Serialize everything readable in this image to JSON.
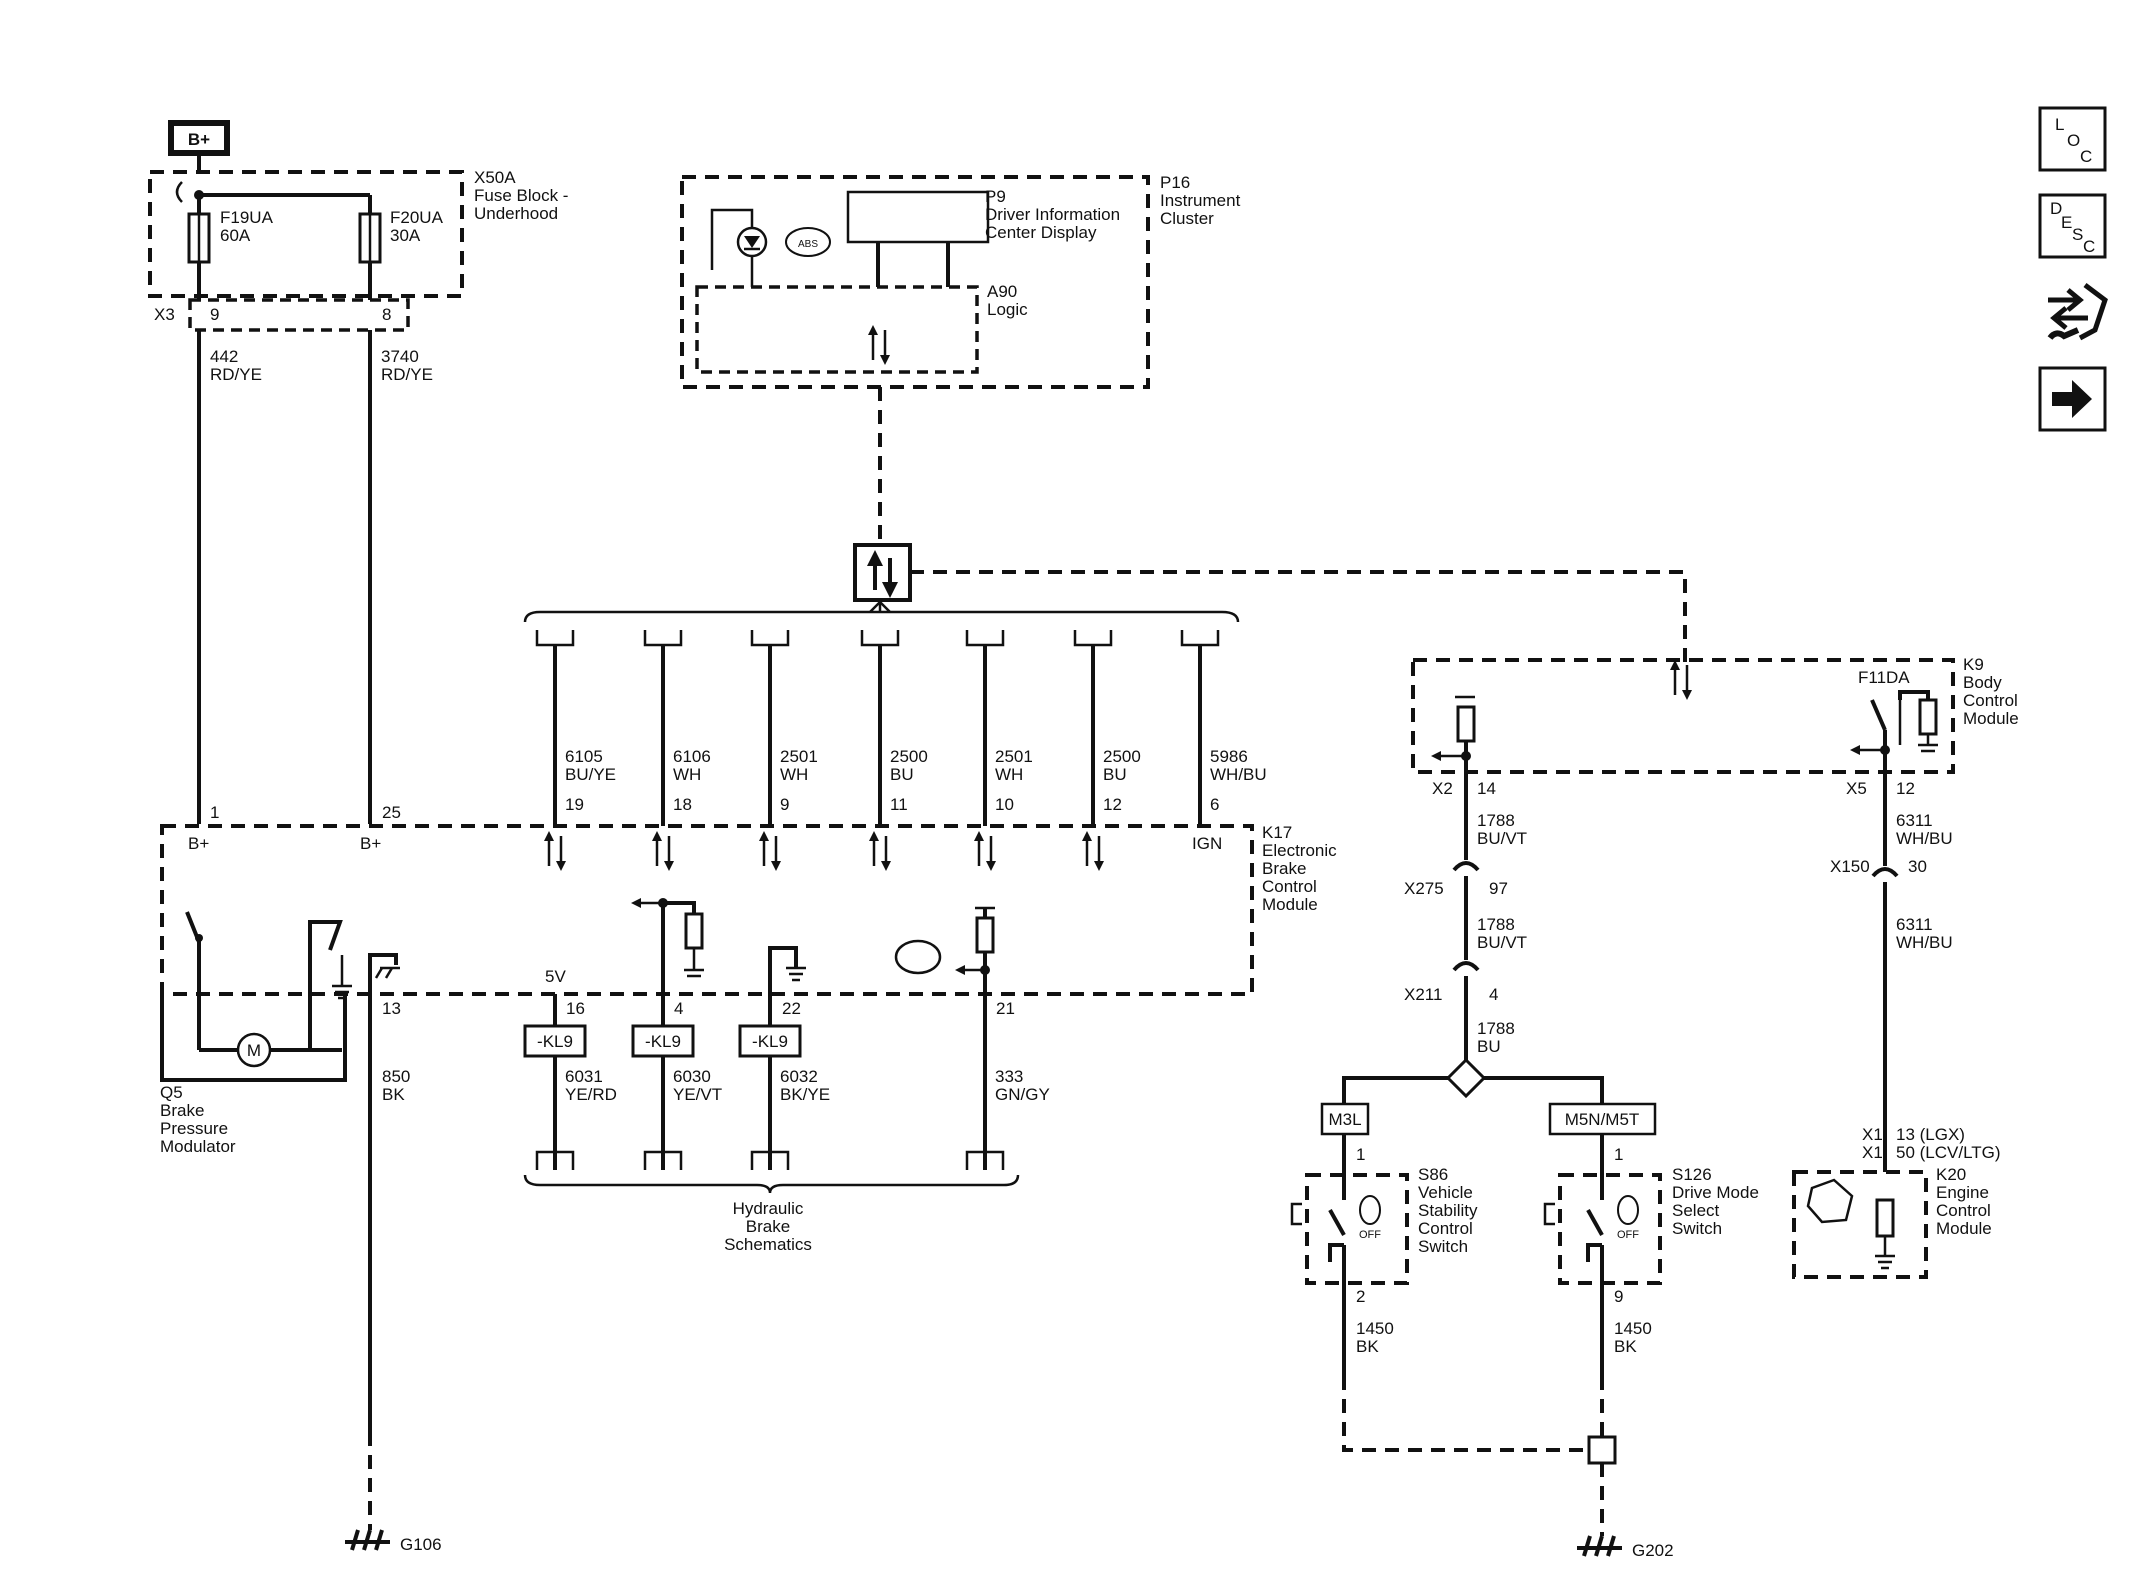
{
  "power": {
    "batt": "B+"
  },
  "fuse_block": {
    "name": "X50A",
    "desc1": "Fuse Block -",
    "desc2": "Underhood",
    "fuse1": {
      "id": "F19UA",
      "rating": "60A"
    },
    "fuse2": {
      "id": "F20UA",
      "rating": "30A"
    },
    "connector": "X3",
    "pin1": "9",
    "pin2": "8"
  },
  "circuits_left": {
    "c1": {
      "num": "442",
      "color": "RD/YE"
    },
    "c2": {
      "num": "3740",
      "color": "RD/YE"
    }
  },
  "cluster": {
    "name": "P16",
    "desc1": "Instrument",
    "desc2": "Cluster",
    "display": {
      "name": "P9",
      "desc1": "Driver Information",
      "desc2": "Center Display"
    },
    "logic": {
      "name": "A90",
      "desc": "Logic"
    },
    "abs_label": "ABS"
  },
  "bus_circuits": [
    {
      "num": "6105",
      "color": "BU/YE",
      "pin": "19"
    },
    {
      "num": "6106",
      "color": "WH",
      "pin": "18"
    },
    {
      "num": "2501",
      "color": "WH",
      "pin": "9"
    },
    {
      "num": "2500",
      "color": "BU",
      "pin": "11"
    },
    {
      "num": "2501",
      "color": "WH",
      "pin": "10"
    },
    {
      "num": "2500",
      "color": "BU",
      "pin": "12"
    },
    {
      "num": "5986",
      "color": "WH/BU",
      "pin": "6"
    }
  ],
  "ebcm": {
    "name": "K17",
    "desc1": "Electronic",
    "desc2": "Brake",
    "desc3": "Control",
    "desc4": "Module",
    "pin_b1": "1",
    "pin_b2": "25",
    "bplus": "B+",
    "ign": "IGN",
    "v5": "5V",
    "pin16": "16",
    "pin4": "4",
    "pin22": "22",
    "pin21": "21",
    "pin13": "13"
  },
  "modulator": {
    "name": "Q5",
    "desc1": "Brake",
    "desc2": "Pressure",
    "desc3": "Modulator",
    "motor": "M"
  },
  "kl9": "-KL9",
  "bottom_circuits": [
    {
      "num": "6031",
      "color": "YE/RD"
    },
    {
      "num": "6030",
      "color": "YE/VT"
    },
    {
      "num": "6032",
      "color": "BK/YE"
    },
    {
      "num": "333",
      "color": "GN/GY"
    }
  ],
  "ground_circuit": {
    "num": "850",
    "color": "BK",
    "ground": "G106"
  },
  "hydraulic": {
    "line1": "Hydraulic",
    "line2": "Brake",
    "line3": "Schematics"
  },
  "bcm": {
    "name": "K9",
    "desc1": "Body",
    "desc2": "Control",
    "desc3": "Module",
    "fuse": "F11DA",
    "x2": "X2",
    "pin14": "14",
    "x5": "X5",
    "pin12": "12"
  },
  "right_chain": {
    "c1788a": {
      "num": "1788",
      "color": "BU/VT"
    },
    "x275": "X275",
    "p97": "97",
    "c1788b": {
      "num": "1788",
      "color": "BU/VT"
    },
    "x211": "X211",
    "p4": "4",
    "c1788c": {
      "num": "1788",
      "color": "BU"
    },
    "m3l": "M3L",
    "m5n": "M5N/M5T"
  },
  "s86": {
    "name": "S86",
    "desc1": "Vehicle",
    "desc2": "Stability",
    "desc3": "Control",
    "desc4": "Switch",
    "pin1": "1",
    "pin2": "2",
    "off": "OFF"
  },
  "s126": {
    "name": "S126",
    "desc1": "Drive Mode",
    "desc2": "Select",
    "desc3": "Switch",
    "pin1": "1",
    "pin2": "9",
    "off": "OFF"
  },
  "s_ground": {
    "num": "1450",
    "color": "BK",
    "ground": "G202"
  },
  "ecm_chain": {
    "c6311a": {
      "num": "6311",
      "color": "WH/BU"
    },
    "x150": "X150",
    "p30": "30",
    "c6311b": {
      "num": "6311",
      "color": "WH/BU"
    },
    "x1a": "X1",
    "x1b": "X1",
    "p13": "13 (LGX)",
    "p50": "50 (LCV/LTG)"
  },
  "ecm": {
    "name": "K20",
    "desc1": "Engine",
    "desc2": "Control",
    "desc3": "Module"
  },
  "side_buttons": {
    "loc": {
      "l": "L",
      "o": "O",
      "c": "C"
    },
    "desc": {
      "d": "D",
      "e": "E",
      "s": "S",
      "c": "C"
    }
  }
}
